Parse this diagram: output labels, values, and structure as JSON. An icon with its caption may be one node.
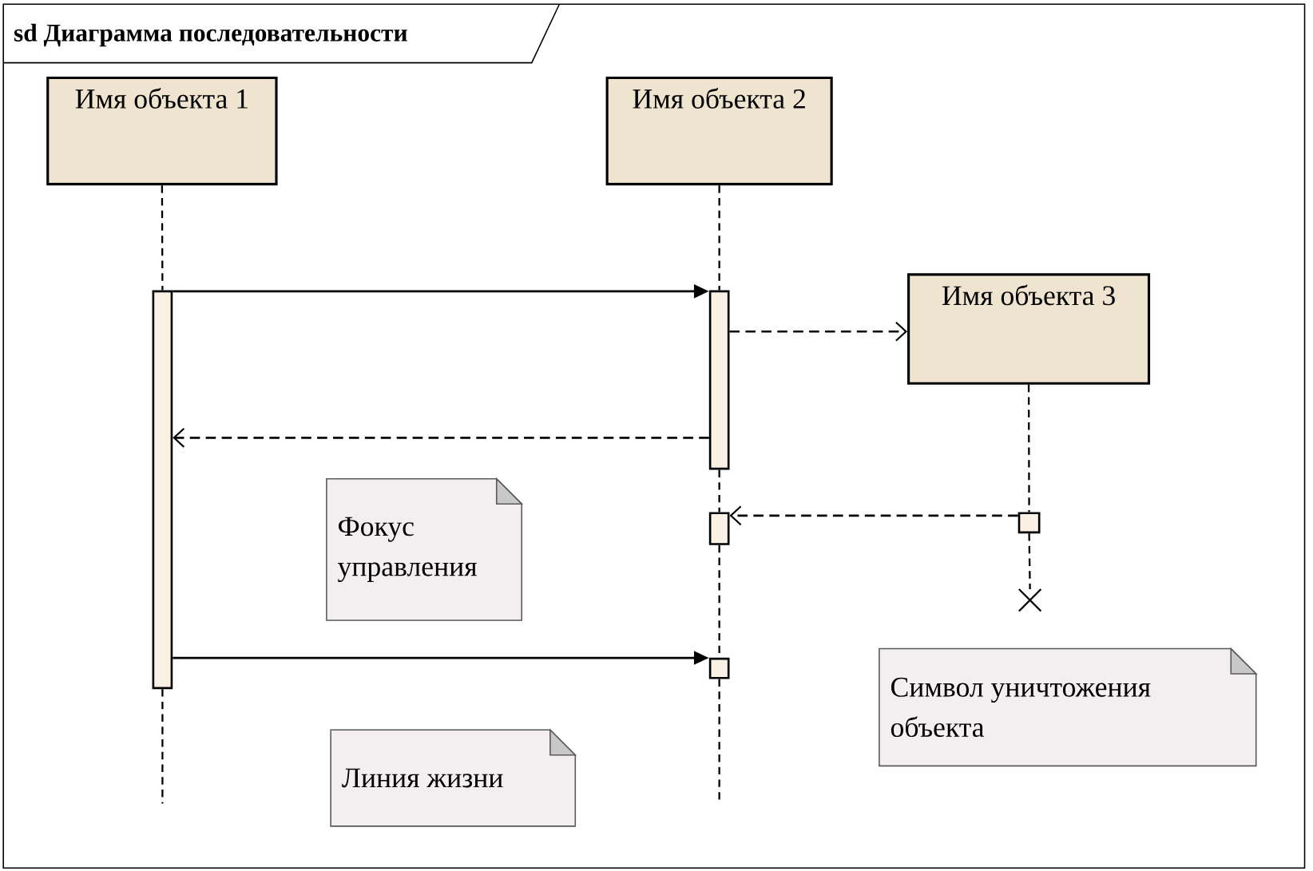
{
  "diagram": {
    "nodes": [
      {
        "text": [
          "sd Диаграмма последовательности"
        ]
      },
      {
        "text": [
          "Имя объекта 1"
        ],
        "in": 0
      },
      {
        "text": [
          "Имя объекта 2"
        ],
        "in": 0
      },
      {
        "text": [
          "Имя объекта 3"
        ],
        "in": 0
      },
      {
        "text": [],
        "shape": "bar",
        "in": 0
      },
      {
        "text": [],
        "shape": "bar",
        "in": 0
      },
      {
        "text": [],
        "shape": "box",
        "in": 0
      },
      {
        "text": [],
        "shape": "box",
        "in": 0
      },
      {
        "text": [],
        "shape": "box",
        "in": 0
      },
      {
        "text": [
          "Фокус управления"
        ],
        "in": 0
      },
      {
        "text": [
          "Линия жизни"
        ],
        "in": 0
      },
      {
        "text": [
          "Символ уничтожения объекта"
        ],
        "in": 0
      },
      {
        "text": [],
        "shape": "cross",
        "in": 0
      }
    ],
    "edges": [
      {
        "from": 4,
        "to": 5,
        "arrow": "to"
      },
      {
        "from": 5,
        "to": 3,
        "arrow": "to",
        "style": "dashed"
      },
      {
        "from": 5,
        "to": 4,
        "arrow": "to",
        "style": "dashed"
      },
      {
        "from": 7,
        "to": 6,
        "arrow": "to",
        "style": "dashed"
      },
      {
        "from": 4,
        "to": 8,
        "arrow": "to"
      },
      {
        "from": 1,
        "to": 4,
        "arrow": "none",
        "style": "dashed"
      },
      {
        "from": 4,
        "to": null,
        "arrow": "none",
        "style": "dashed"
      },
      {
        "from": 2,
        "to": 5,
        "arrow": "none",
        "style": "dashed"
      },
      {
        "from": 5,
        "to": 6,
        "arrow": "none",
        "style": "dashed"
      },
      {
        "from": 6,
        "to": 8,
        "arrow": "none",
        "style": "dashed"
      },
      {
        "from": 8,
        "to": null,
        "arrow": "none",
        "style": "dashed"
      },
      {
        "from": 3,
        "to": 7,
        "arrow": "none",
        "style": "dashed"
      },
      {
        "from": 7,
        "to": 12,
        "arrow": "none",
        "style": "dashed"
      }
    ]
  }
}
